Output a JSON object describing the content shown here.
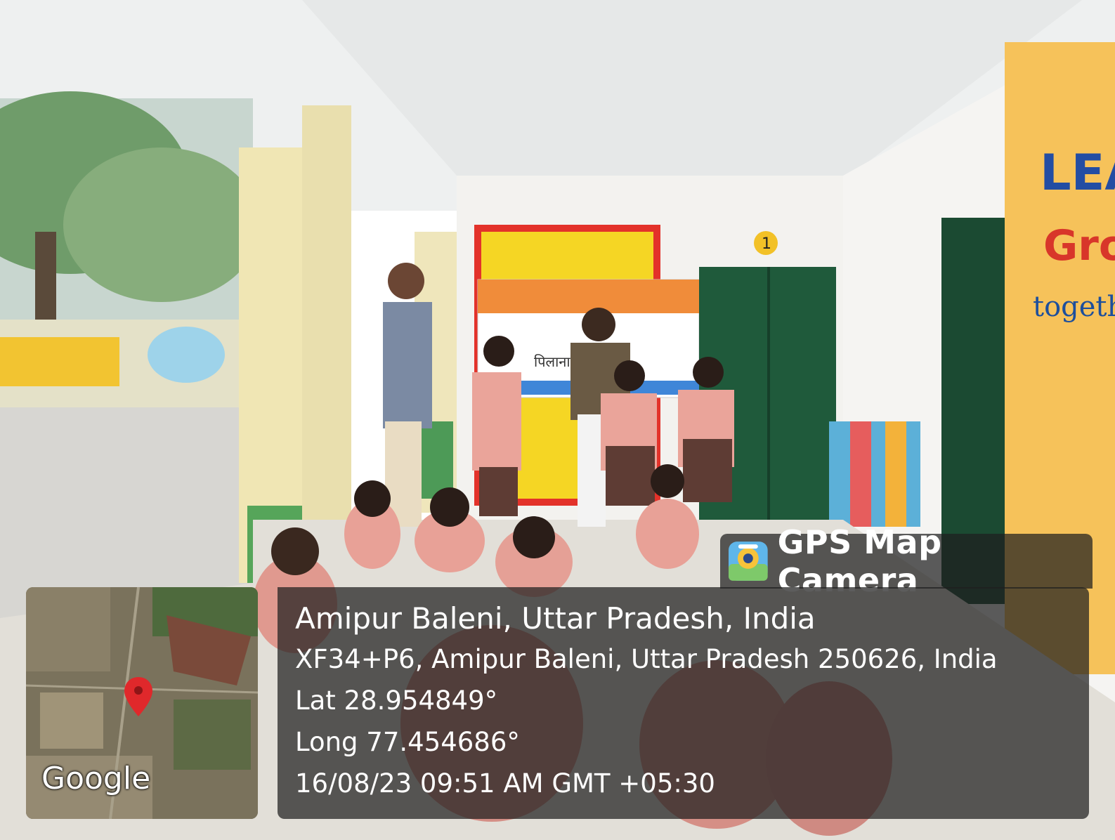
{
  "app": {
    "name": "GPS Map Camera",
    "icon": "gps-map-camera-icon"
  },
  "photo": {
    "description_free": "",
    "banner_text": "पिलाना",
    "room_number": "1",
    "wall_text_top": "LEA",
    "wall_text_mid": "Gro",
    "wall_text_bottom": "together"
  },
  "map": {
    "provider": "Google",
    "pin_icon": "location-pin-icon",
    "pin_color": "#e0282b"
  },
  "location": {
    "title": "Amipur Baleni, Uttar Pradesh, India",
    "address": "XF34+P6, Amipur Baleni, Uttar Pradesh 250626, India",
    "lat": "Lat 28.954849°",
    "long": "Long 77.454686°",
    "datetime": "16/08/23 09:51 AM GMT +05:30"
  }
}
